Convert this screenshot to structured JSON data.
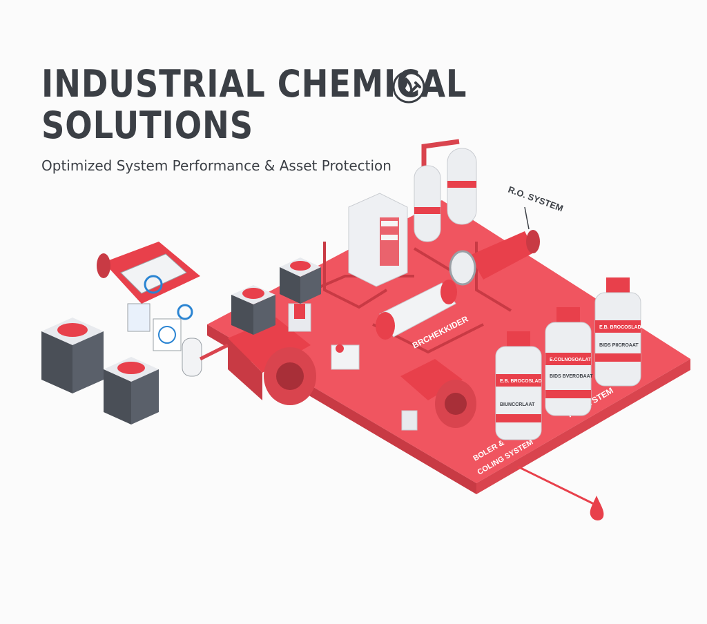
{
  "header": {
    "title_line1": "INDUSTRIAL CHEMICAL",
    "title_line2": "SOLUTIONS",
    "subtitle": "Optimized System Performance & Asset Protection",
    "logo_icon": "flame-wrench-icon"
  },
  "labels": {
    "ro_system_top": "R.O. SYSTEM",
    "platform_left": "BRCHEKKIDER",
    "ro_system_platform": "R.O.SYSTEM",
    "boiler_line1": "BOLER &",
    "boiler_line2": "COLING SYSTEM"
  },
  "bottles": [
    {
      "label_top": "E.B. BROCOSLAD",
      "label_mid": "",
      "label_bottom": "BIUNCCRLAAT"
    },
    {
      "label_top": "E.COLNOSOALAT",
      "label_mid": "BIDS BVEROBAAT",
      "label_bottom": ""
    },
    {
      "label_top": "E.B. BROCOSLAD",
      "label_mid": "BIDS PIICROAAT",
      "label_bottom": ""
    }
  ],
  "colors": {
    "accent": "#e8404b",
    "dark": "#3b3f45",
    "platform": "#f05560"
  }
}
